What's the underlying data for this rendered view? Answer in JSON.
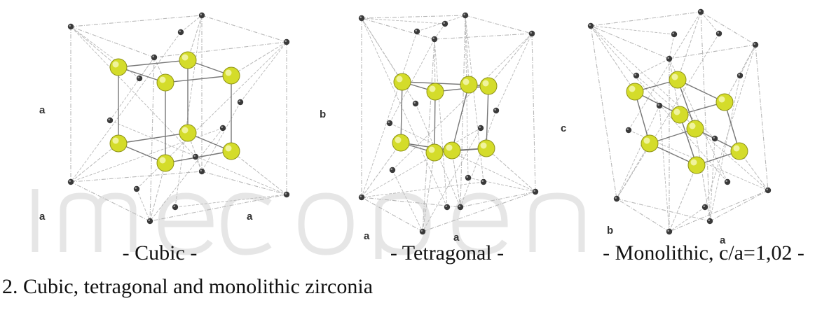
{
  "panels": [
    {
      "caption": "- Cubic -",
      "labels": {
        "left": "a",
        "bottom_left": "a",
        "bottom_right": "a"
      }
    },
    {
      "caption": "- Tetragonal -",
      "labels": {
        "left": "b",
        "bottom_left": "a",
        "bottom_right": "a"
      }
    },
    {
      "caption": "- Monolithic, c/a=1,02 -",
      "labels": {
        "left": "c",
        "bottom_left": "b",
        "bottom_right": "a"
      }
    }
  ],
  "figure_caption": ". 2. Cubic, tetragonal and monolithic zirconia",
  "colors": {
    "zirconium_atom": "#d4dc2a",
    "oxygen_atom": "#3a3a3a",
    "lattice_line": "#b8b8b8",
    "inner_cube_line": "#777777",
    "watermark": "#e8e8e8"
  }
}
